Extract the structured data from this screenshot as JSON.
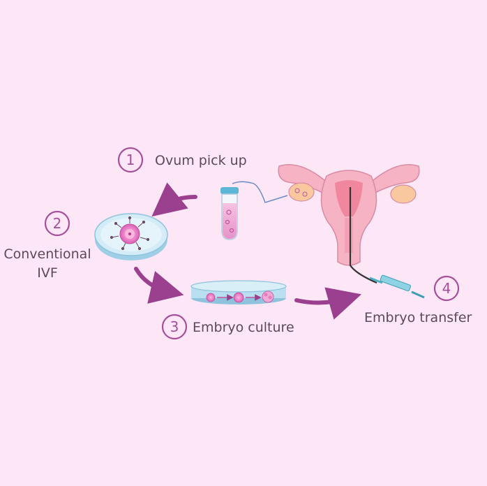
{
  "steps": [
    {
      "number": "1",
      "label": "Ovum pick up"
    },
    {
      "number": "2",
      "label_line1": "Conventional",
      "label_line2": "IVF"
    },
    {
      "number": "3",
      "label": "Embryo culture"
    },
    {
      "number": "4",
      "label": "Embryo transfer"
    }
  ],
  "colors": {
    "background": "#fde6f6",
    "accent": "#a64f9a",
    "text": "#5b4a58",
    "arrow": "#9b3f8f",
    "dish": "#c9e6f4",
    "uterus": "#f6b3c4"
  }
}
